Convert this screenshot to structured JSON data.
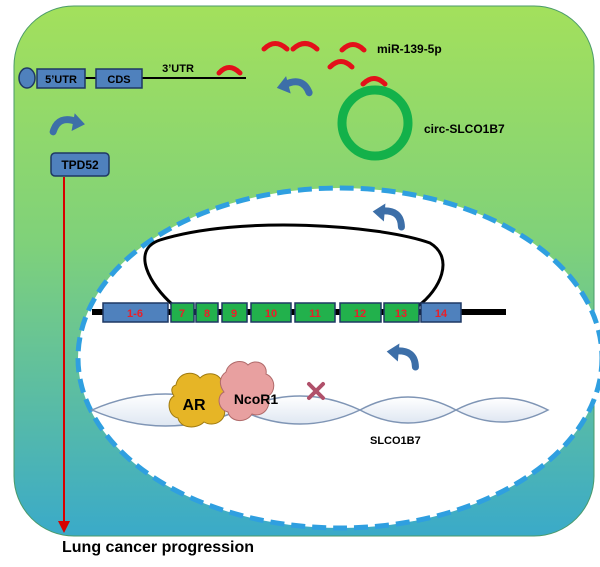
{
  "colors": {
    "cell_top": "#9fe060",
    "cell_bottom": "#3cb0c8",
    "box_fill": "#4f81bd",
    "box_stroke": "#1f3864",
    "exon_green": "#22b14c",
    "exon_text": "#e8202a",
    "mirna": "#e3101a",
    "circ": "#13b14a",
    "arrow_red": "#d80000",
    "nucleus_border": "#2f9fe0",
    "ar": "#e6b526",
    "ncor1": "#e8a0a0",
    "x_mark": "#b0506a"
  },
  "mrna": {
    "utr5": "5’UTR",
    "cds": "CDS",
    "utr3": "3’UTR"
  },
  "mirna_label": "miR-139-5p",
  "circ_label": "circ-SLCO1B7",
  "target_gene": "TPD52",
  "exons": [
    "1-6",
    "7",
    "8",
    "9",
    "10",
    "11",
    "12",
    "13",
    "14"
  ],
  "proteins": {
    "ar": "AR",
    "ncor1": "NcoR1"
  },
  "gene_label": "SLCO1B7",
  "outcome": "Lung cancer progression",
  "icons": {
    "curved_arrow": "curved-arrow-icon",
    "inhibition_mark": "x-mark-icon"
  }
}
